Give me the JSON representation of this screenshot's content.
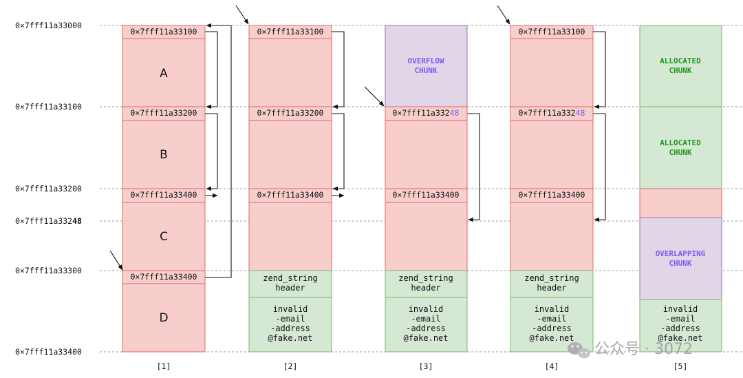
{
  "axis": {
    "addr_3000": "0×7fff11a33000",
    "addr_3100": "0×7fff11a33100",
    "addr_3200": "0×7fff11a33200",
    "addr_3248_prefix": "0×7fff11a332",
    "addr_3248_suffix": "48",
    "addr_3300": "0×7fff11a33300",
    "addr_3400": "0×7fff11a33400"
  },
  "fd": {
    "p3100": "0×7fff11a33100",
    "p3200": "0×7fff11a33200",
    "p3400": "0×7fff11a33400",
    "p3248_prefix": "0×7fff11a332",
    "p3248_suffix": "48"
  },
  "chunks": {
    "a": "A",
    "b": "B",
    "c": "C",
    "d": "D"
  },
  "zend": {
    "header_line1": "zend_string",
    "header_line2": "header",
    "payload_line1": "invalid",
    "payload_line2": "-email",
    "payload_line3": "-address",
    "payload_line4": "@fake.net"
  },
  "labels": {
    "overflow_line1": "OVERFLOW",
    "overflow_line2": "CHUNK",
    "allocated_line1": "ALLOCATED",
    "allocated_line2": "CHUNK",
    "overlapping_line1": "OVERLAPPING",
    "overlapping_line2": "CHUNK"
  },
  "steps": [
    "[1]",
    "[2]",
    "[3]",
    "[4]",
    "[5]"
  ],
  "watermark": "公众号 · 3072",
  "colors": {
    "free_fill": "#f8cecc",
    "free_stroke": "#e06666",
    "green_fill": "#d5e8d4",
    "green_stroke": "#82b366",
    "purple_fill": "#e1d5e7",
    "purple_stroke": "#9673a6",
    "purple_text": "#7b5cf5",
    "green_text": "#1f9a1f"
  }
}
